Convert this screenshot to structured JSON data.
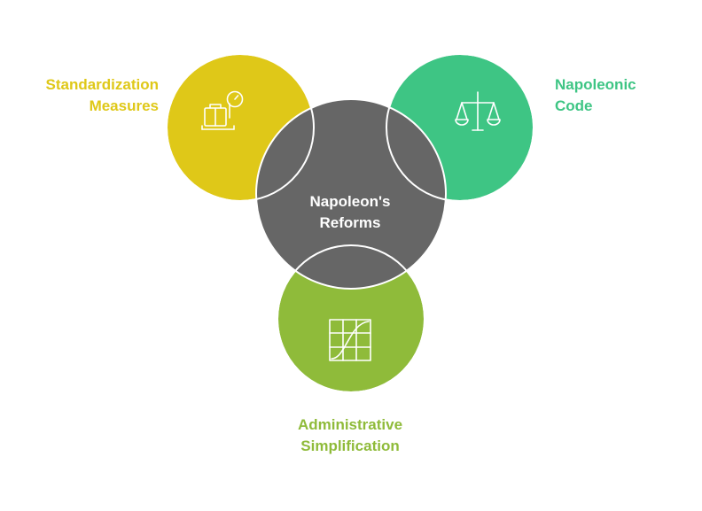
{
  "center": {
    "title_line1": "Napoleon's",
    "title_line2": "Reforms",
    "color": "#666666"
  },
  "nodes": [
    {
      "id": "standardization",
      "label_line1": "Standardization",
      "label_line2": "Measures",
      "color": "#dfc818",
      "icon": "scale-weight-icon"
    },
    {
      "id": "napoleonic-code",
      "label_line1": "Napoleonic",
      "label_line2": "Code",
      "color": "#3ec584",
      "icon": "justice-scales-icon"
    },
    {
      "id": "administrative",
      "label_line1": "Administrative",
      "label_line2": "Simplification",
      "color": "#8fbb3a",
      "icon": "grid-curve-icon"
    }
  ]
}
